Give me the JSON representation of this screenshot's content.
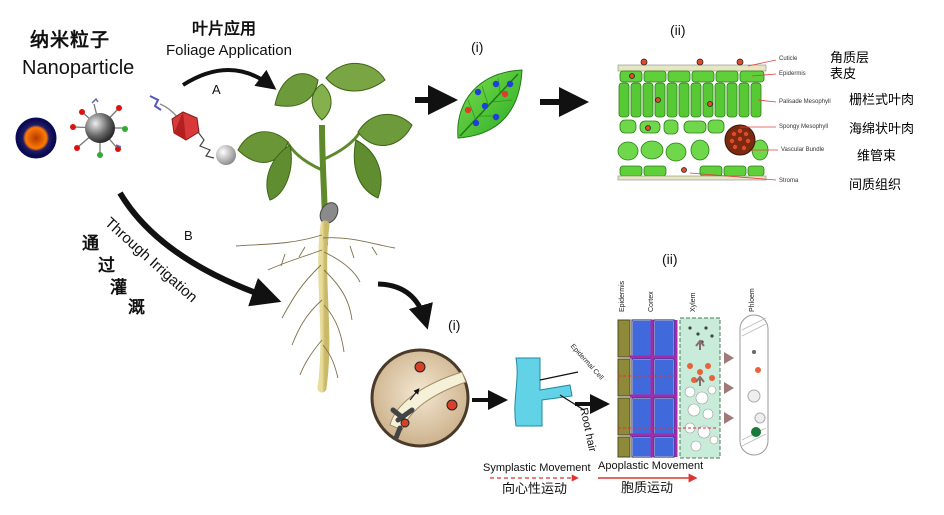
{
  "nanoparticle": {
    "label_cn": "纳米粒子",
    "label_en": "Nanoparticle"
  },
  "foliage": {
    "label_cn": "叶片应用",
    "label_en": "Foliage Application",
    "path_letter": "A"
  },
  "irrigation": {
    "label_cn_chars": [
      "通",
      "过",
      "灌",
      "溉"
    ],
    "label_en": "Through Irrigation",
    "path_letter": "B"
  },
  "leaf_section": {
    "panel_i": "(i)",
    "panel_ii": "(ii)",
    "layers": [
      {
        "en": "Cuticle",
        "cn": "角质层"
      },
      {
        "en": "Epidermis",
        "cn": "表皮"
      },
      {
        "en": "Palisade Mesophyll",
        "cn": "栅栏式叶肉"
      },
      {
        "en": "Spongy Mesophyll",
        "cn": "海绵状叶肉"
      },
      {
        "en": "Vascular Bundle",
        "cn": "维管束"
      },
      {
        "en": "Stroma",
        "cn": "间质组织"
      }
    ]
  },
  "root_section": {
    "panel_i": "(i)",
    "panel_ii": "(ii)",
    "epidermal_cell": "Epidermal Cell",
    "root_hair": "Root hair",
    "tissue_columns": [
      "Epidermis",
      "Cortex",
      "Xylem",
      "Phloem"
    ],
    "symplastic_en": "Symplastic Movement",
    "symplastic_cn": "向心性运动",
    "apoplastic_en": "Apoplastic Movement",
    "apoplastic_cn": "胞质运动"
  },
  "colors": {
    "leaf_green": "#3fae2a",
    "dark_arrow": "#111111",
    "particle_red": "#d8402a",
    "xylem_fill": "#c8ecd9",
    "cortex_blue": "#1f4fd6"
  }
}
